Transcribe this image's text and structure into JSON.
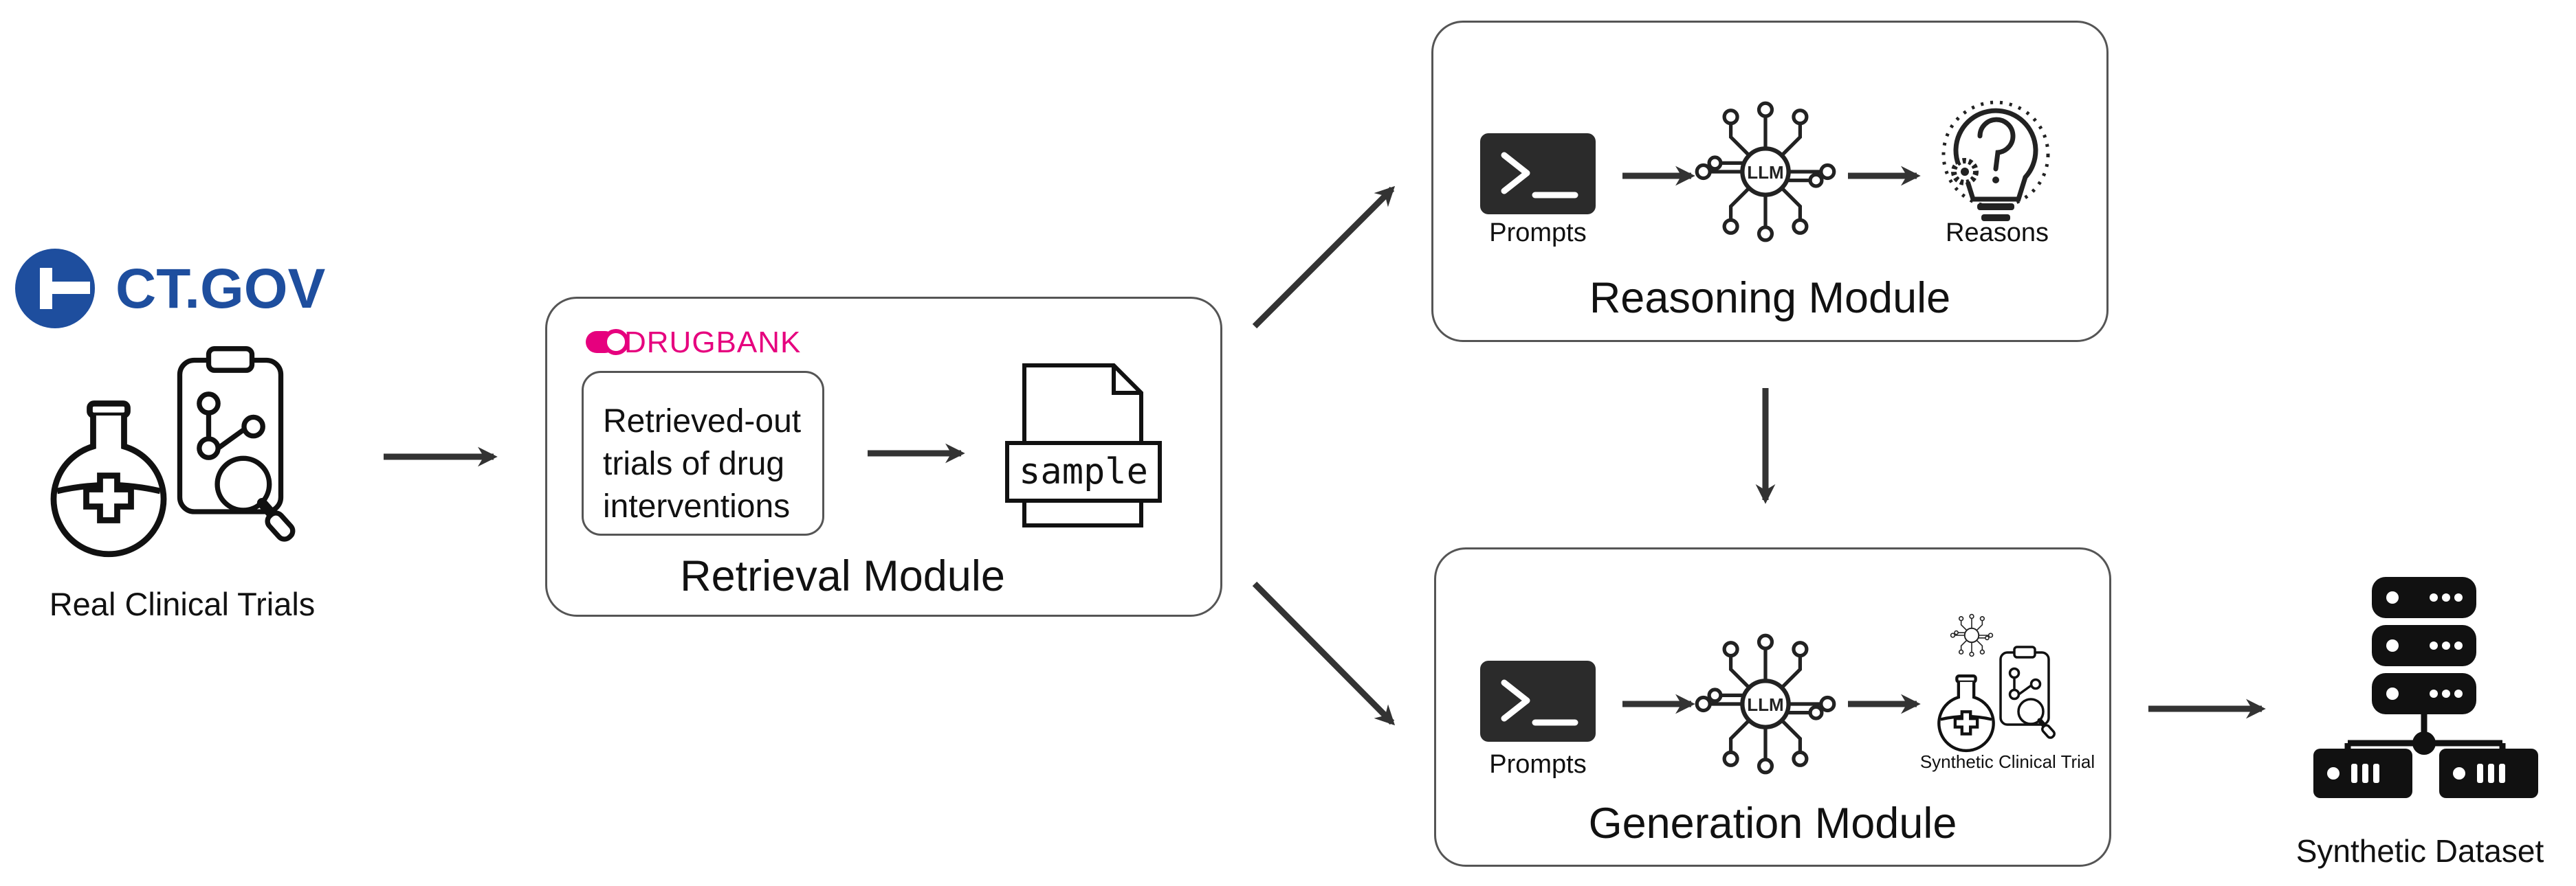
{
  "source": {
    "logo_text": "CT.GOV",
    "label": "Real Clinical Trials"
  },
  "retrieval": {
    "title": "Retrieval Module",
    "drugbank_logo": "DRUGBANK",
    "box_lines": [
      "Retrieved-out",
      "trials of drug",
      "interventions"
    ],
    "doc_label": "sample"
  },
  "reasoning": {
    "title": "Reasoning Module",
    "prompts_label": "Prompts",
    "llm_label": "LLM",
    "output_label": "Reasons"
  },
  "generation": {
    "title": "Generation Module",
    "prompts_label": "Prompts",
    "llm_label": "LLM",
    "output_label": "Synthetic Clinical Trial"
  },
  "output": {
    "label": "Synthetic Dataset"
  },
  "colors": {
    "ctgov_blue": "#1e4e9e",
    "drugbank_magenta": "#e6007e",
    "icon_dark": "#222222",
    "border_gray": "#555555"
  }
}
